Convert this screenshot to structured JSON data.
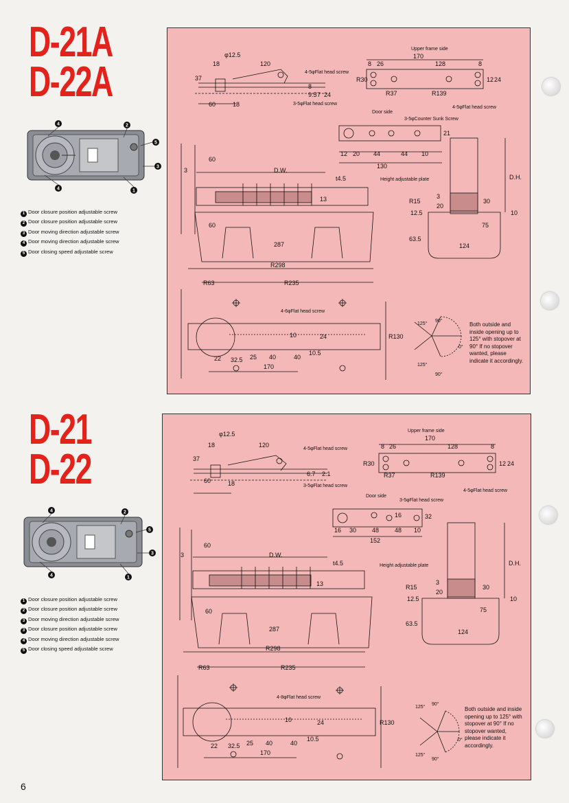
{
  "colors": {
    "accent": "#e3221c",
    "panel": "#f5b8b8"
  },
  "sections": [
    {
      "title_lines": [
        "D-21A",
        "D-22A"
      ],
      "legend": [
        {
          "num": "1",
          "text": "Door closure position adjustable screw"
        },
        {
          "num": "2",
          "text": "Door closure position adjustable screw"
        },
        {
          "num": "3",
          "text": "Door moving direction adjustable screw"
        },
        {
          "num": "4",
          "text": "Door moving direction adjustable screw"
        },
        {
          "num": "5",
          "text": "Door closing speed adjustable screw"
        }
      ],
      "photo_callouts": [
        "4",
        "2",
        "5",
        "3",
        "4",
        "1"
      ],
      "drawing": {
        "top_labels": [
          "φ12.5",
          "18",
          "120",
          "4-5φFlat head screw",
          "37",
          "8",
          "9.5",
          "7",
          "24",
          "60",
          "18",
          "3-5φFlat head screw"
        ],
        "frame": {
          "title": "Upper frame side",
          "dims": [
            "170",
            "8",
            "26",
            "128",
            "8",
            "R30",
            "12",
            "24",
            "R37",
            "R139",
            "4-5φFlat head screw"
          ]
        },
        "door": {
          "title": "Door side",
          "screw": "3-5φCounter Sunk Screw",
          "dims": [
            "21",
            "12",
            "20",
            "44",
            "44",
            "10",
            "130"
          ]
        },
        "section": {
          "dims": [
            "60",
            "3",
            "D.W.",
            "t4.5",
            "13",
            "60",
            "287"
          ],
          "plate": "Height adjustable plate",
          "right_dims": [
            "D.H.",
            "R15",
            "3",
            "20",
            "12.5",
            "30",
            "10",
            "75",
            "63.5",
            "124"
          ]
        },
        "plan": {
          "dims": [
            "R298",
            "R63",
            "R235",
            "4-6φFlat head screw",
            "10",
            "24",
            "R130",
            "10.5",
            "22",
            "32.5",
            "25",
            "40",
            "40",
            "170"
          ]
        },
        "angles": [
          "125°",
          "90°",
          "0°",
          "125°",
          "90°"
        ],
        "note": "Both outside and inside opening up to 125° with stopover at 90° If no stopover wanted, please indicate it accordingly."
      }
    },
    {
      "title_lines": [
        "D-21",
        "D-22"
      ],
      "legend": [
        {
          "num": "1",
          "text": "Door closure position adjustable screw"
        },
        {
          "num": "2",
          "text": "Door closure position adjustable screw"
        },
        {
          "num": "3",
          "text": "Door moving direction adjustable screw"
        },
        {
          "num": "3",
          "text": "Door closure position adjustable screw"
        },
        {
          "num": "4",
          "text": "Door moving direction adjustable screw"
        },
        {
          "num": "5",
          "text": "Door closing speed adjustable screw"
        }
      ],
      "photo_callouts": [
        "4",
        "2",
        "5",
        "3",
        "4",
        "1"
      ],
      "drawing": {
        "top_labels": [
          "φ12.5",
          "18",
          "120",
          "4-5φFlat head screw",
          "37",
          "6.7",
          "2.1",
          "60",
          "18",
          "3-5φFlat head screw"
        ],
        "frame": {
          "title": "Upper frame side",
          "dims": [
            "170",
            "8",
            "26",
            "128",
            "8",
            "R30",
            "12",
            "24",
            "R37",
            "R139",
            "4-5φFlat head screw"
          ]
        },
        "door": {
          "title": "Door side",
          "screw": "3-5φFlat head screw",
          "dims": [
            "16",
            "32",
            "16",
            "30",
            "48",
            "48",
            "10",
            "152"
          ]
        },
        "section": {
          "dims": [
            "60",
            "3",
            "D.W.",
            "t4.5",
            "13",
            "60",
            "287"
          ],
          "plate": "Height adjustable plate",
          "right_dims": [
            "D.H.",
            "R15",
            "3",
            "20",
            "12.5",
            "30",
            "10",
            "75",
            "63.5",
            "124"
          ]
        },
        "plan": {
          "dims": [
            "R298",
            "R63",
            "R235",
            "4-8φFlat head screw",
            "10",
            "24",
            "R130",
            "10.5",
            "22",
            "32.5",
            "25",
            "40",
            "40",
            "170"
          ]
        },
        "angles": [
          "125°",
          "90°",
          "0°",
          "125°",
          "90°"
        ],
        "note": "Both outside and inside opening up to 125° with stopover at 90° If no stopover wanted, please indicate it accordingly."
      }
    }
  ],
  "page_number": "6"
}
